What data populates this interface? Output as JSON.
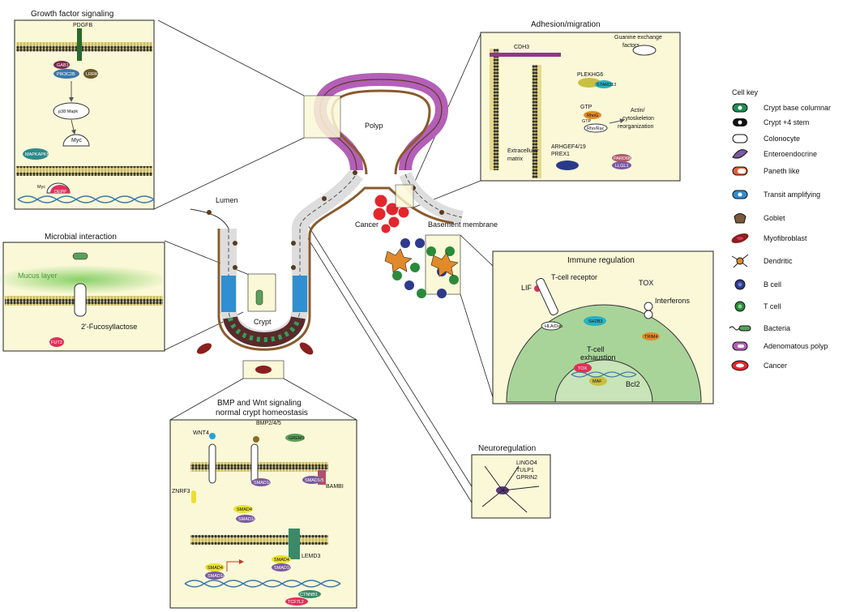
{
  "panels": {
    "growth": {
      "title": "Growth factor signaling",
      "labels": [
        "PDGFB",
        "GAB1",
        "PIK3C2B",
        "LRRK1",
        "p38 Mapk",
        "Myc",
        "MAPKAPK5",
        "Myc",
        "DEPP"
      ]
    },
    "microbial": {
      "title": "Microbial interaction",
      "labels": [
        "Mucus layer",
        "2'-Fucosyllactose",
        "FUT2"
      ]
    },
    "bmp": {
      "title1": "BMP and Wnt signaling",
      "title2": "normal crypt homeostasis",
      "labels": [
        "WNT4",
        "BMP2/4/5",
        "GREM1",
        "BAMBI",
        "ZNRF3",
        "SMAD1/5",
        "SMAD4",
        "SMAD1/5",
        "SMAD1/5",
        "LEMD3",
        "SMAD4",
        "SMAD1/5",
        "SMAD4",
        "SMAD1/5",
        "CTNNB1",
        "TCF7L2"
      ]
    },
    "adhesion": {
      "title": "Adhesion/migration",
      "labels": [
        "CDH3",
        "PLEKHG6",
        "Guanine exchange",
        "factors",
        "STARD13",
        "GTP",
        "RhoG",
        "GTP",
        "Rho/Rac",
        "Actin/",
        "cytoskeleton",
        "reorganization",
        "Extracellular",
        "matrix",
        "ARHGEF4/19",
        "PREX1",
        "PARD6B",
        "LLGL1"
      ]
    },
    "immune": {
      "title": "Immune regulation",
      "labels": [
        "T-cell receptor",
        "TOX",
        "LIF",
        "Interferons",
        "SH2B3",
        "HLA/Dab",
        "TRIM4",
        "T-cell",
        "exhaustion",
        "TOX",
        "MAF",
        "Bcl2"
      ]
    },
    "neuro": {
      "title": "Neuroregulation",
      "labels": [
        "LINGO4",
        "TULP1",
        "GPRIN2"
      ]
    }
  },
  "main": {
    "polyp": "Polyp",
    "lumen": "Lumen",
    "crypt": "Crypt",
    "cancer": "Cancer",
    "basement": "Basement membrane"
  },
  "cell_key": {
    "title": "Cell key",
    "items": [
      {
        "label": "Crypt base columnar",
        "icon": "crypt-base-columnar-icon"
      },
      {
        "label": "Crypt +4 stem",
        "icon": "crypt-stem-icon"
      },
      {
        "label": "Colonocyte",
        "icon": "colonocyte-icon"
      },
      {
        "label": "Enteroendocrine",
        "icon": "enteroendocrine-icon"
      },
      {
        "label": "Paneth like",
        "icon": "paneth-like-icon"
      },
      {
        "label": "Transit amplifying",
        "icon": "transit-amplifying-icon"
      },
      {
        "label": "Goblet",
        "icon": "goblet-icon"
      },
      {
        "label": "Myofibroblast",
        "icon": "myofibroblast-icon"
      },
      {
        "label": "Dendritic",
        "icon": "dendritic-icon"
      },
      {
        "label": "B cell",
        "icon": "b-cell-icon"
      },
      {
        "label": "T cell",
        "icon": "t-cell-icon"
      },
      {
        "label": "Bacteria",
        "icon": "bacteria-icon"
      },
      {
        "label": "Adenomatous polyp",
        "icon": "adenomatous-polyp-icon"
      },
      {
        "label": "Cancer",
        "icon": "cancer-icon"
      }
    ]
  },
  "colors": {
    "panel_bg": "#fbf8d8",
    "polyp": "#b45fb8",
    "cancer": "#e3262d",
    "tcell_green": "#9ccc8a",
    "mucus": "#86cf6c",
    "transit": "#2f8fd0",
    "stem": "#1f8f55"
  }
}
